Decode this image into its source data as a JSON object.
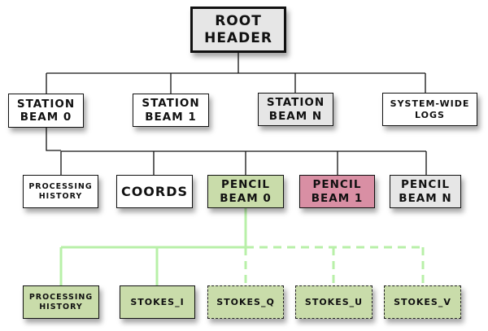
{
  "diagram": {
    "type": "hierarchy",
    "root": {
      "label": "ROOT\nHEADER",
      "fill": "#e6e6e6"
    },
    "station_level": [
      {
        "label": "STATION\nBEAM 0",
        "fill": "#ffffff"
      },
      {
        "label": "STATION\nBEAM 1",
        "fill": "#ffffff"
      },
      {
        "label": "STATION\nBEAM N",
        "fill": "#e6e6e6"
      },
      {
        "label": "SYSTEM-WIDE\nLOGS",
        "fill": "#ffffff"
      }
    ],
    "station_beam_0_children": [
      {
        "label": "PROCESSING\nHISTORY",
        "fill": "#ffffff"
      },
      {
        "label": "COORDS",
        "fill": "#ffffff"
      },
      {
        "label": "PENCIL\nBEAM 0",
        "fill": "#c9dcaa"
      },
      {
        "label": "PENCIL\nBEAM 1",
        "fill": "#d98fa4"
      },
      {
        "label": "PENCIL\nBEAM N",
        "fill": "#e6e6e6"
      }
    ],
    "pencil_beam_0_children": [
      {
        "label": "PROCESSING\nHISTORY",
        "fill": "#c9dcaa",
        "style": "solid"
      },
      {
        "label": "STOKES_I",
        "fill": "#c9dcaa",
        "style": "solid"
      },
      {
        "label": "STOKES_Q",
        "fill": "#c9dcaa",
        "style": "dashed"
      },
      {
        "label": "STOKES_U",
        "fill": "#c9dcaa",
        "style": "dashed"
      },
      {
        "label": "STOKES_V",
        "fill": "#c9dcaa",
        "style": "dashed"
      }
    ],
    "colors": {
      "connector": "#111111",
      "green_connector": "#b8f0a8"
    }
  }
}
